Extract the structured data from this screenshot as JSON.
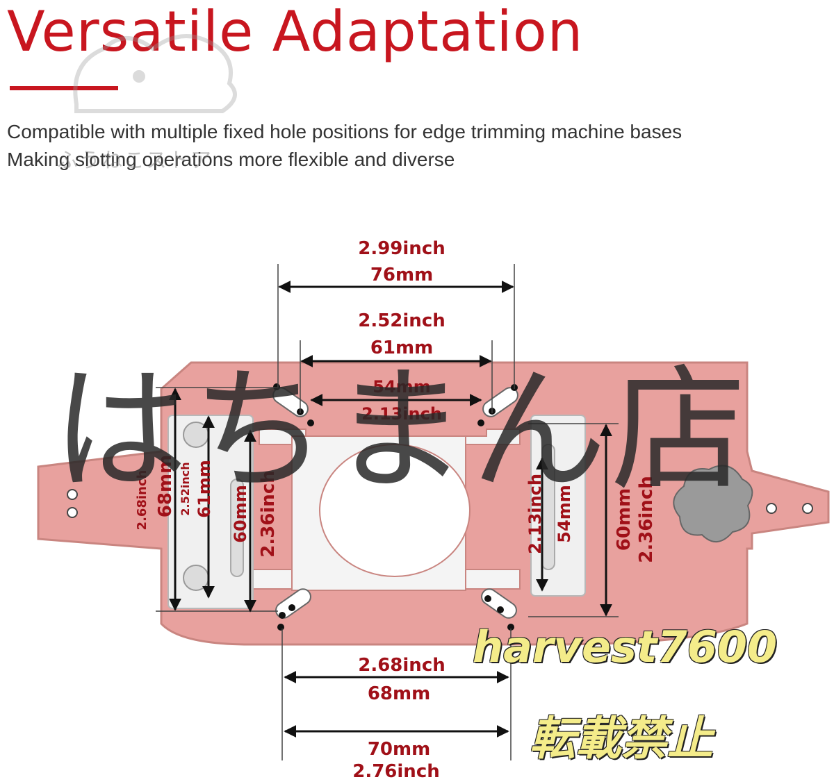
{
  "header": {
    "title": "Versatile Adaptation",
    "line1": "Compatible with multiple fixed hole positions for edge trimming machine bases",
    "line2": "Making slotting operations more flexible and diverse"
  },
  "dimensions": {
    "top_outer": {
      "inch": "2.99inch",
      "mm": "76mm"
    },
    "top_inner": {
      "inch": "2.52inch",
      "mm": "61mm"
    },
    "top_small": {
      "inch": "2.13inch",
      "mm": "54mm"
    },
    "left_outer": {
      "inch": "2.68inch",
      "mm": "68mm"
    },
    "left_inner": {
      "inch": "2.52inch",
      "mm": "61mm"
    },
    "left_center": {
      "inch": "2.36inch",
      "mm": "60mm"
    },
    "right_inner": {
      "inch": "2.13inch",
      "mm": "54mm"
    },
    "right_outer": {
      "inch": "2.36inch",
      "mm": "60mm"
    },
    "bottom_inner": {
      "inch": "2.68inch",
      "mm": "68mm"
    },
    "bottom_outer": {
      "inch": "2.76inch",
      "mm": "70mm"
    }
  },
  "watermarks": {
    "store": "はちまん店",
    "user": "harvest7600",
    "notice": "転載禁止",
    "logo_text": "ふうねこストア"
  },
  "colors": {
    "accent": "#c8161f",
    "plate": "#e8a19e",
    "plate_edge": "#c98580",
    "dimension_text": "#a01018"
  }
}
